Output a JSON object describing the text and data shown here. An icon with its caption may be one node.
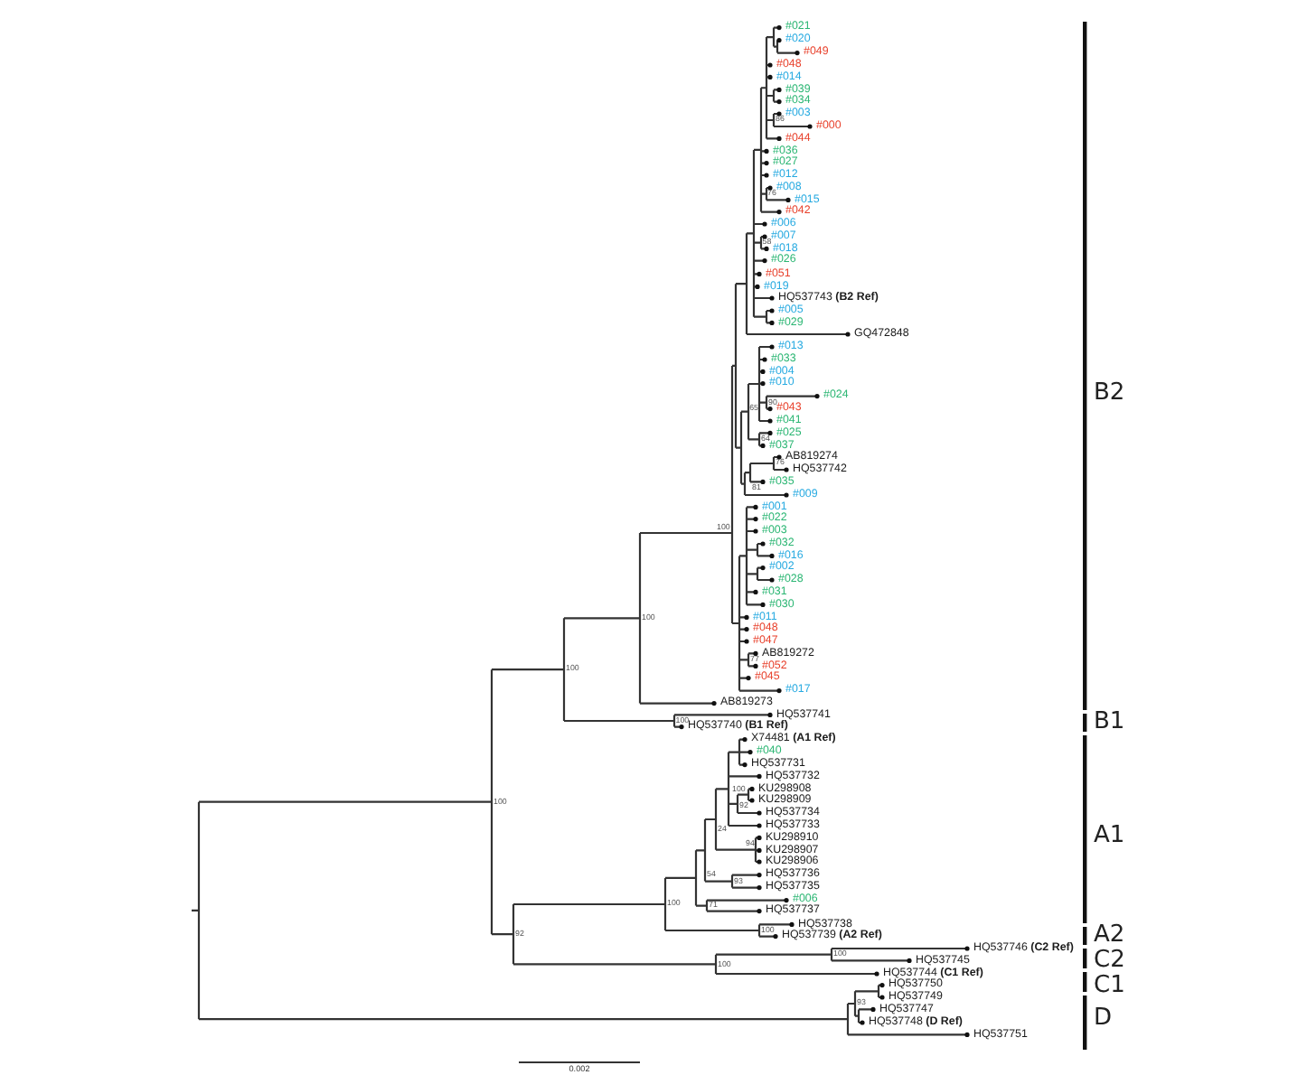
{
  "diagram": {
    "labels": [
      "#021",
      "#020",
      "#049",
      "#048",
      "#014",
      "#039",
      "#034",
      "#003",
      "#000",
      "#044",
      "#036",
      "#027",
      "#012",
      "#008",
      "#015",
      "#042",
      "#006",
      "#007",
      "#018",
      "#026",
      "#051",
      "#019",
      "HQ537743 **(B2 Ref)**",
      "#005",
      "#029",
      "GQ472848",
      "#013",
      "#033",
      "#004",
      "#010",
      "#024",
      "#043",
      "#041",
      "#025",
      "#037",
      "AB819274",
      "HQ537742",
      "#035",
      "#009",
      "#001",
      "#022",
      "#003",
      "#032",
      "#016",
      "#002",
      "#028",
      "#031",
      "#030",
      "#011",
      "#048",
      "#047",
      "AB819272",
      "#052",
      "#045",
      "#017",
      "AB819273",
      "HQ537741",
      "HQ537740 **(B1 Ref)**",
      "X74481 **(A1 Ref)**",
      "#040",
      "HQ537731",
      "HQ537732",
      "KU298908",
      "KU298909",
      "HQ537734",
      "HQ537733",
      "KU298910",
      "KU298907",
      "KU298906",
      "HQ537736",
      "HQ537735",
      "#006",
      "HQ537737",
      "HQ537738",
      "HQ537739 **(A2 Ref)**",
      "HQ537746 **(C2 Ref)**",
      "HQ537745",
      "HQ537744 **(C1 Ref)**",
      "HQ537750",
      "HQ537749",
      "HQ537747",
      "HQ537748 **(D Ref)**",
      "HQ537751",
      "86",
      "76",
      "58",
      "90",
      "65",
      "64",
      "76",
      "81",
      "100",
      "100",
      "77",
      "100",
      "100",
      "100",
      "100",
      "92",
      "24",
      "94",
      "54",
      "93",
      "100",
      "71",
      "100",
      "92",
      "100",
      "100",
      "93",
      "B2",
      "B1",
      "A1",
      "A2",
      "C2",
      "C1",
      "D",
      "0.002"
    ]
  }
}
